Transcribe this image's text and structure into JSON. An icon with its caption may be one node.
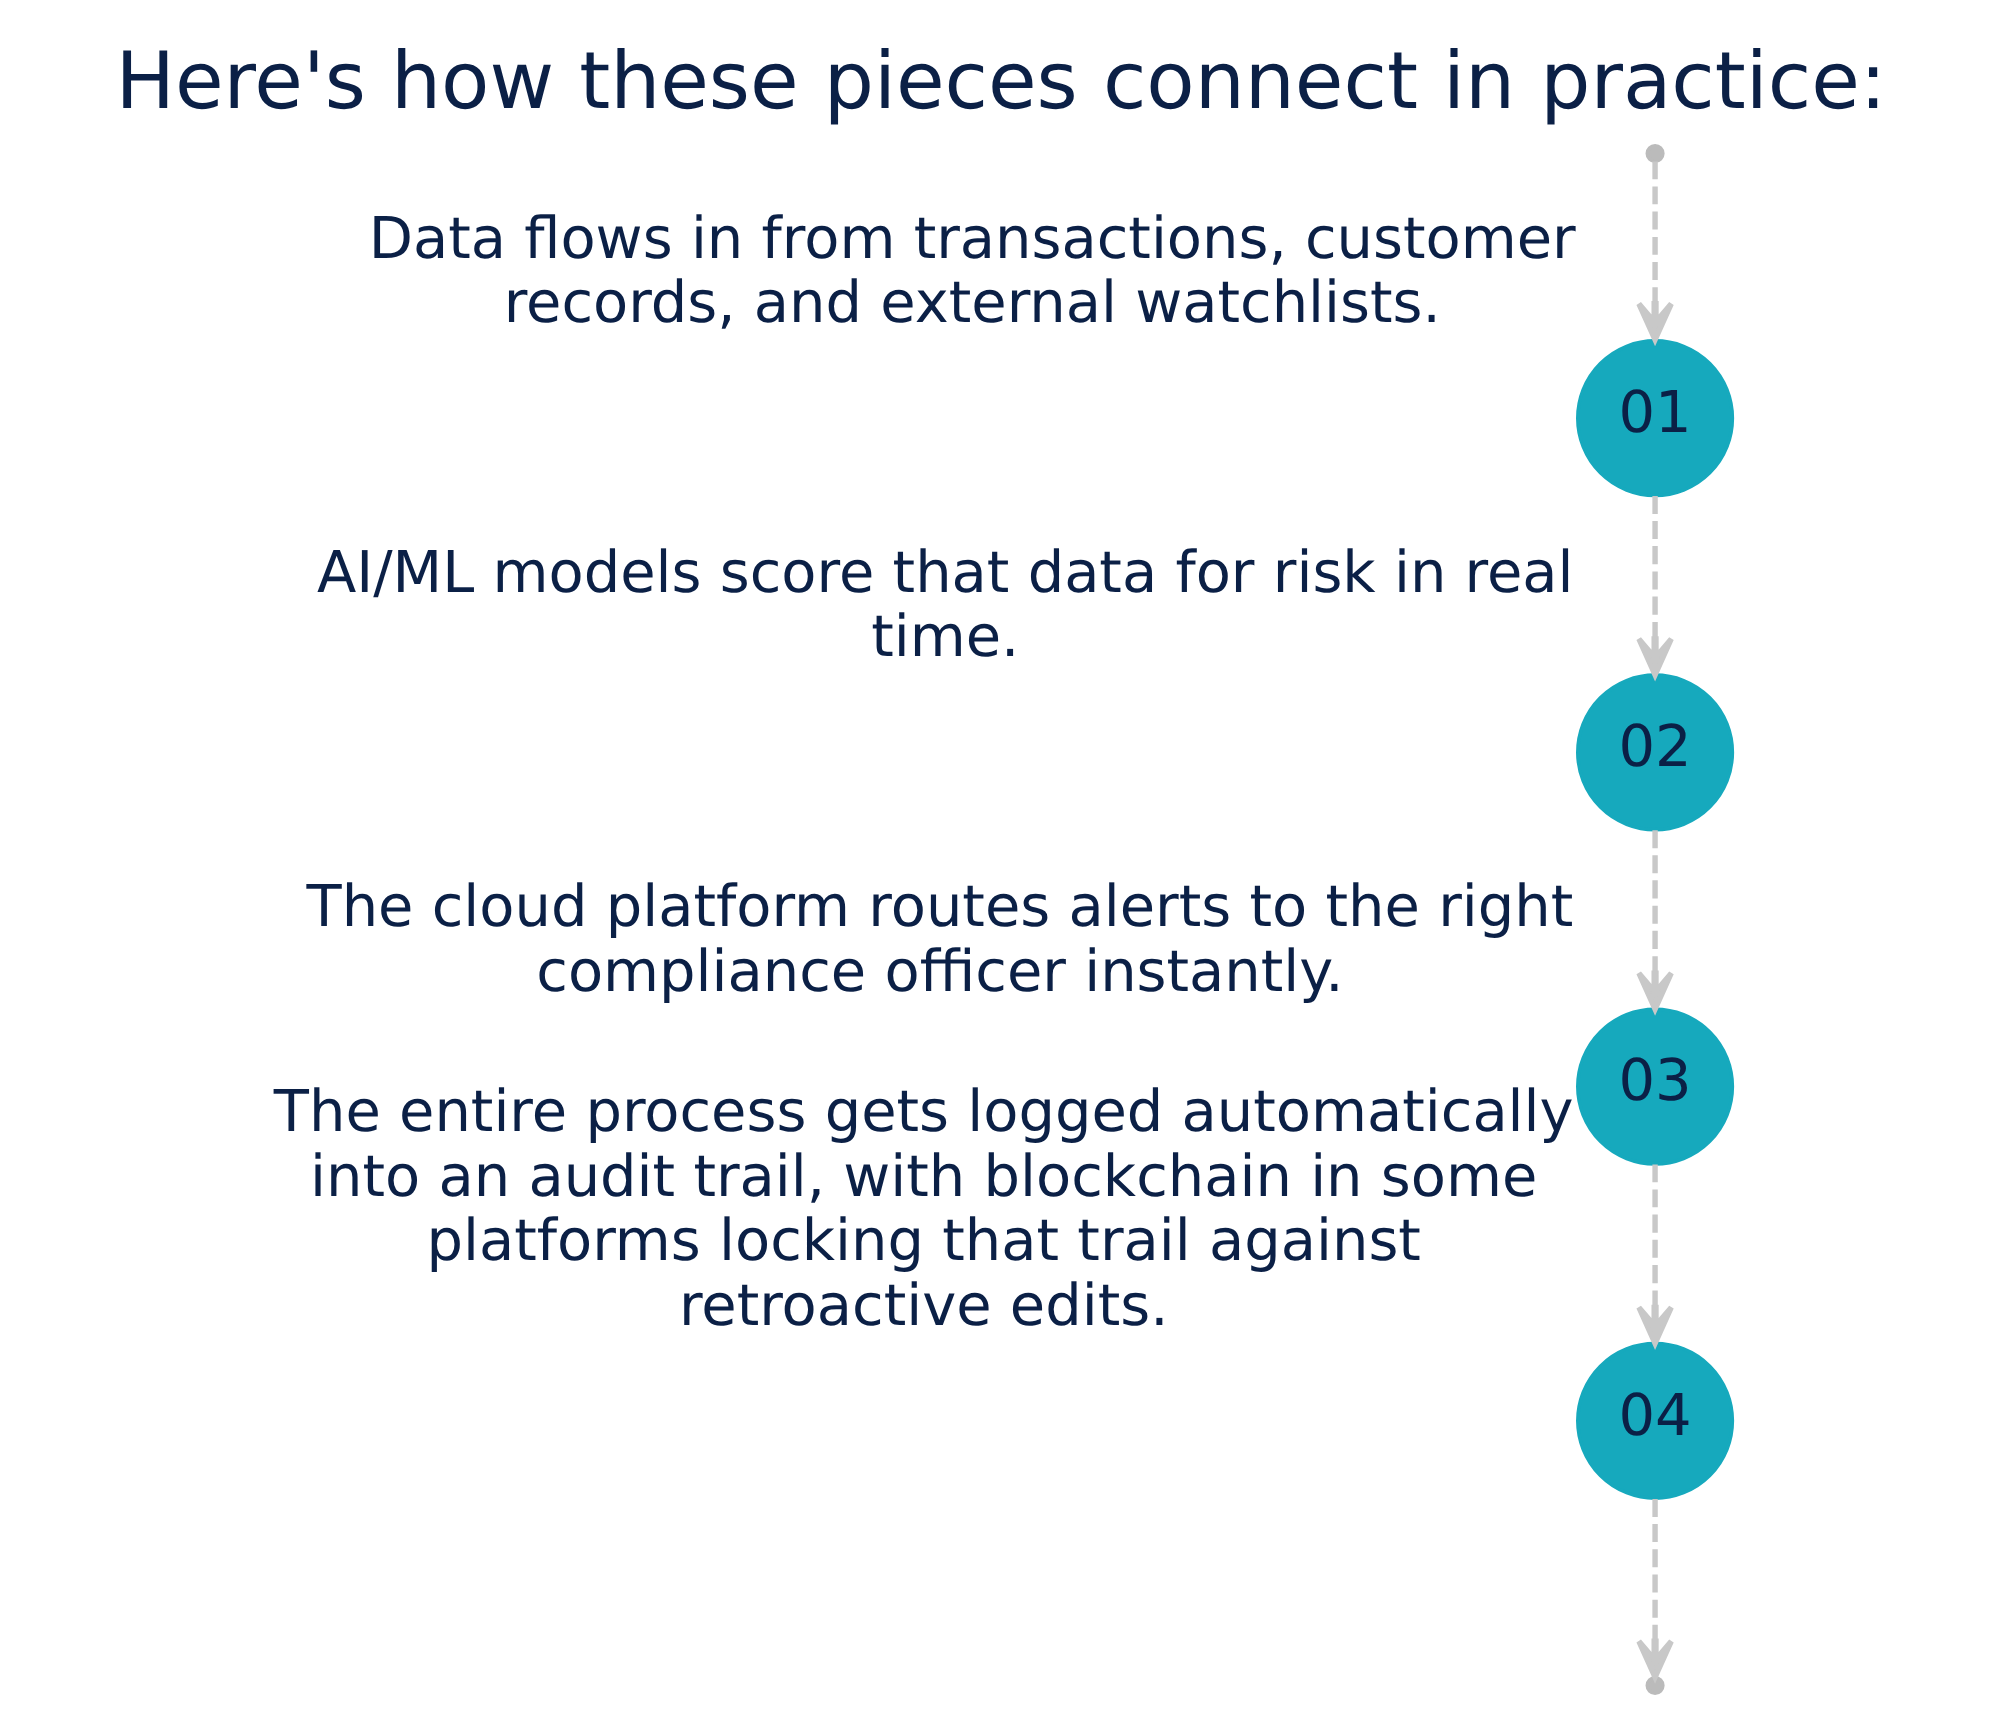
{
  "diagram": {
    "title": "Here's how these pieces connect in practice:",
    "nodes": [
      {
        "text": [
          "01"
        ],
        "beside": [
          "Data flows in from transactions, customer records, and external watchlists."
        ]
      },
      {
        "text": [
          "02"
        ],
        "beside": [
          "AI/ML models score that data for risk in real time."
        ]
      },
      {
        "text": [
          "03"
        ],
        "beside": [
          "The cloud platform routes alerts to the right compliance officer instantly."
        ]
      },
      {
        "text": [
          "04"
        ],
        "beside": [
          "The entire process gets logged automatically into an audit trail, with blockchain in some platforms locking that trail against retroactive edits."
        ]
      }
    ],
    "edges": [
      {
        "from": null,
        "to": 0,
        "arrow": "to",
        "style": "dashed"
      },
      {
        "from": 0,
        "to": 1,
        "arrow": "to",
        "style": "dashed"
      },
      {
        "from": 1,
        "to": 2,
        "arrow": "to",
        "style": "dashed"
      },
      {
        "from": 2,
        "to": 3,
        "arrow": "to",
        "style": "dashed"
      },
      {
        "from": 3,
        "to": null,
        "arrow": "to",
        "style": "dashed"
      }
    ]
  }
}
